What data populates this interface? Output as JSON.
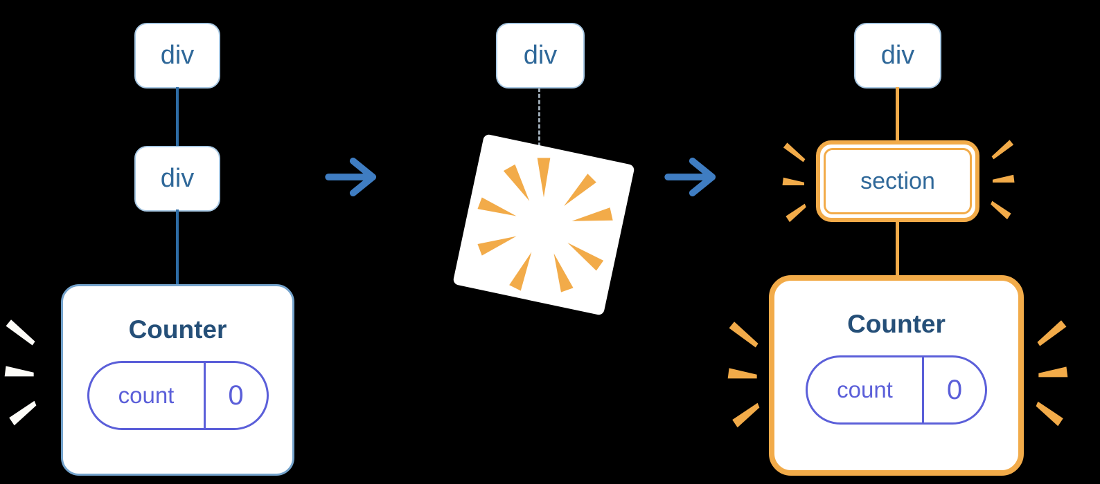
{
  "colors": {
    "background": "#000000",
    "surface": "#ffffff",
    "node_text": "#2f6899",
    "title_text": "#254f78",
    "connector_blue": "#2e6ca5",
    "node_border": "#a9c9e4",
    "panel_border": "#74a3cc",
    "arrow": "#3f7dc2",
    "state_indigo": "#5b5fd9",
    "highlight_orange": "#f2ab49",
    "dashed_gray": "#9aa7b2",
    "spark_white": "#fdfcf8"
  },
  "before": {
    "nodes": [
      {
        "label": "div"
      },
      {
        "label": "div"
      }
    ],
    "component": {
      "title": "Counter",
      "state": {
        "key": "count",
        "value": "0"
      }
    }
  },
  "during": {
    "node": {
      "label": "div"
    }
  },
  "after": {
    "node": {
      "label": "div"
    },
    "wrapper": {
      "label": "section"
    },
    "component": {
      "title": "Counter",
      "state": {
        "key": "count",
        "value": "0"
      }
    }
  }
}
